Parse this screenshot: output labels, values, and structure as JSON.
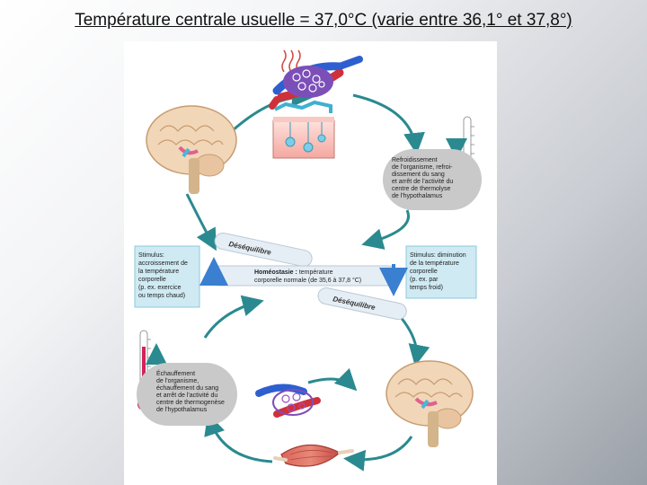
{
  "slide": {
    "title": "Température centrale usuelle = 37,0°C (varie entre 36,1° et 37,8°)"
  },
  "diagram": {
    "cooling_box": [
      "Refroidissement",
      "de l'organisme, refroi-",
      "dissement du sang",
      "et arrêt de l'activité du",
      "centre de thermolyse",
      "de l'hypothalamus"
    ],
    "stimulus_left": [
      "Stimulus:",
      "accroissement de",
      "la température",
      "corporelle",
      "(p. ex. exercice",
      "ou temps chaud)"
    ],
    "stimulus_right": [
      "Stimulus: diminution",
      "de la température",
      "corporelle",
      "(p. ex. par",
      "temps froid)"
    ],
    "homeostasis_bold": "Homéostasie :",
    "homeostasis_line1": "température",
    "homeostasis_line2": "corporelle normale (de 35,6 à 37,8 °C)",
    "disequilibrium_top": "Déséquilibre",
    "disequilibrium_bottom": "Déséquilibre",
    "warming_box": [
      "Échauffement",
      "de l'organisme,",
      "échauffement du sang",
      "et arrêt de l'activité du",
      "centre de thermogenèse",
      "de l'hypothalamus"
    ],
    "colors": {
      "arrow_teal": "#2a8a8f",
      "stimulus_box": "#cfeaf3",
      "gray_box": "#c9c9c9",
      "thermo_red": "#d1245a",
      "vessel_blue": "#2e5fd0",
      "vessel_red": "#d0303a"
    }
  }
}
